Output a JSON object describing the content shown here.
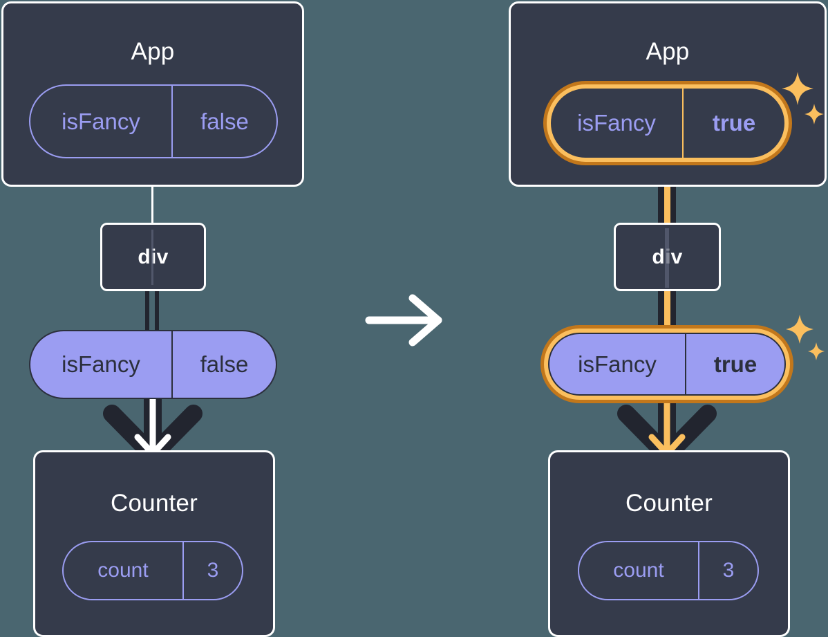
{
  "diagram": {
    "title": "React state update propagation",
    "background_color": "#4a6670",
    "box_fill": "#353b4b",
    "box_border": "#ffffff",
    "pill_accent": "#9b9df2",
    "highlight_outer": "#c2771b",
    "highlight_inner": "#fbbf5e",
    "arrow_dark": "#22252f"
  },
  "transition_arrow": {
    "icon": "arrow-right-icon",
    "direction": "right",
    "color": "#ffffff"
  },
  "before": {
    "app": {
      "title": "App",
      "state": {
        "key": "isFancy",
        "value": "false",
        "highlighted": false,
        "bold_value": false
      }
    },
    "div": {
      "label": "div"
    },
    "prop": {
      "key": "isFancy",
      "value": "false",
      "highlighted": false,
      "bold_value": false
    },
    "counter": {
      "title": "Counter",
      "state": {
        "key": "count",
        "value": "3",
        "highlighted": false
      }
    }
  },
  "after": {
    "app": {
      "title": "App",
      "state": {
        "key": "isFancy",
        "value": "true",
        "highlighted": true,
        "bold_value": true
      }
    },
    "div": {
      "label": "div"
    },
    "prop": {
      "key": "isFancy",
      "value": "true",
      "highlighted": true,
      "bold_value": true
    },
    "counter": {
      "title": "Counter",
      "state": {
        "key": "count",
        "value": "3",
        "highlighted": false
      }
    },
    "sparkles": [
      {
        "name": "sparkle-icon-app",
        "color": "#fbbf5e"
      },
      {
        "name": "sparkle-icon-prop",
        "color": "#fbbf5e"
      }
    ]
  }
}
